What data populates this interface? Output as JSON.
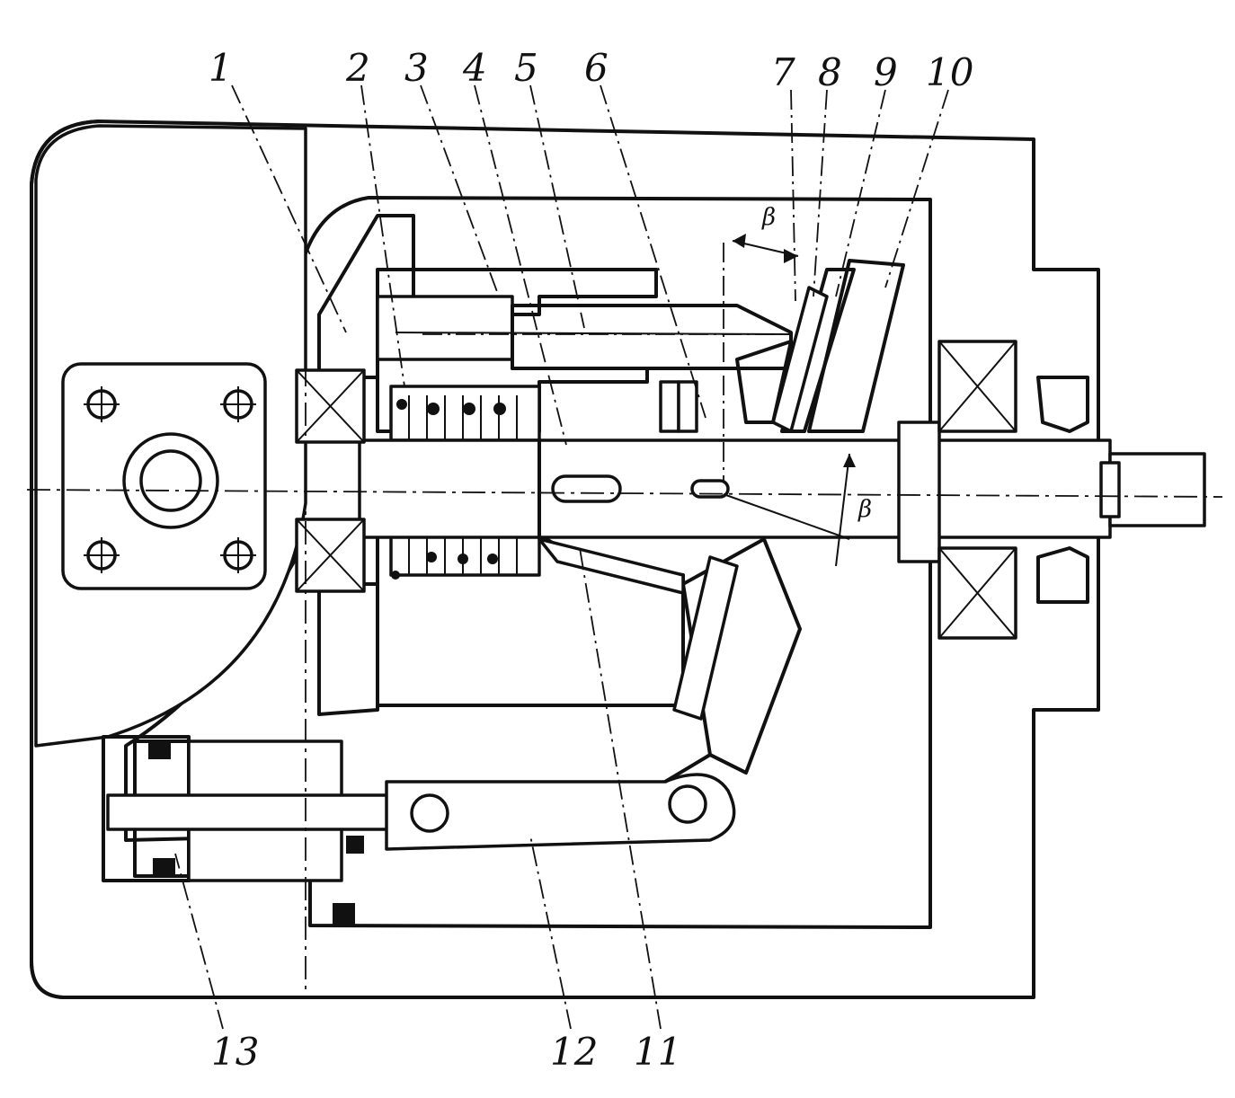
{
  "diagram": {
    "callouts": [
      "1",
      "2",
      "3",
      "4",
      "5",
      "6",
      "7",
      "8",
      "9",
      "10",
      "11",
      "12",
      "13"
    ],
    "angle_symbol": "β"
  }
}
